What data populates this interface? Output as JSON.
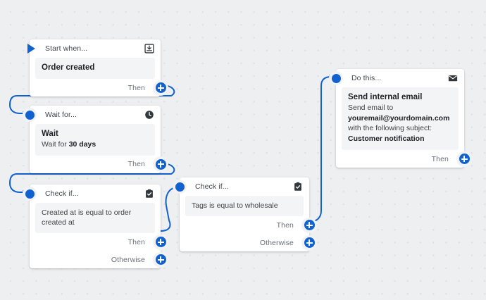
{
  "canvas": {
    "background_color": "#eeeff1",
    "grid_dot_color": "#dcdee2",
    "accent_color": "#1161d1",
    "card_background": "#ffffff",
    "panel_background": "#f3f4f5"
  },
  "nodes": [
    {
      "id": "start",
      "title": "Start when...",
      "icon": "import-tray-icon",
      "handle": "start-triangle",
      "body_strong": "Order created",
      "ports": [
        {
          "label": "Then"
        }
      ]
    },
    {
      "id": "wait",
      "title": "Wait for...",
      "icon": "clock-icon",
      "handle": "node-dot",
      "body_strong": "Wait",
      "body_line_prefix": "Wait for ",
      "body_line_strong": "30 days",
      "ports": [
        {
          "label": "Then"
        }
      ]
    },
    {
      "id": "check1",
      "title": "Check if...",
      "icon": "clipboard-check-icon",
      "handle": "node-dot",
      "body_plain": "Created at is equal to order created at",
      "ports": [
        {
          "label": "Then"
        },
        {
          "label": "Otherwise"
        }
      ]
    },
    {
      "id": "check2",
      "title": "Check if...",
      "icon": "clipboard-check-icon",
      "handle": "node-dot",
      "body_plain": "Tags is equal to wholesale",
      "ports": [
        {
          "label": "Then"
        },
        {
          "label": "Otherwise"
        }
      ]
    },
    {
      "id": "email",
      "title": "Do this...",
      "icon": "envelope-icon",
      "handle": "node-dot",
      "body_strong": "Send internal email",
      "email_text_1": "Send email to ",
      "email_address": "youremail@yourdomain.com",
      "email_text_2": " with the following subject: ",
      "email_subject": "Customer notification",
      "ports": [
        {
          "label": "Then"
        }
      ]
    }
  ],
  "connections": [
    {
      "from": "start-then",
      "to": "wait-node"
    },
    {
      "from": "wait-then",
      "to": "check1-node"
    },
    {
      "from": "check1-then",
      "to": "check2-node"
    },
    {
      "from": "check2-then",
      "to": "email-node"
    }
  ]
}
